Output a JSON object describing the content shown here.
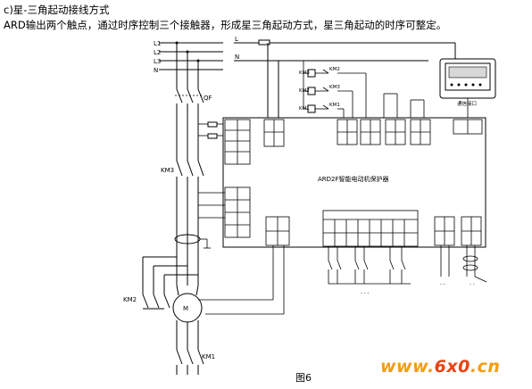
{
  "heading": "c)星-三角起动接线方式",
  "description": "ARD输出两个触点，通过时序控制三个接触器，形成星三角起动方式，星三角起动的时序可整定。",
  "diagram": {
    "bus_labels": [
      "L1",
      "L2",
      "L3",
      "N"
    ],
    "control_bus_labels": [
      "L",
      "N"
    ],
    "contactor_labels": {
      "KM3_coil": "KM3",
      "KM2_interlock": "KM2",
      "KM2_coil": "KM2",
      "KM3_interlock": "KM3",
      "KM1_coil": "KM1",
      "KM1_aux": "KM1",
      "KM3_main": "KM3",
      "KM2_main": "KM2",
      "KM1_main": "KM1"
    },
    "motor_label": "M",
    "breaker_label": "QF",
    "device_label": "ARD2F智能电动机保护器",
    "display_port_label": "通信接口"
  },
  "figure_caption": "图6",
  "watermark": {
    "part_a": "www.",
    "part_b": "6x0",
    "part_c": ".cn"
  },
  "colors": {
    "watermark_orange": "#f39c12",
    "watermark_red": "#e8420f"
  }
}
